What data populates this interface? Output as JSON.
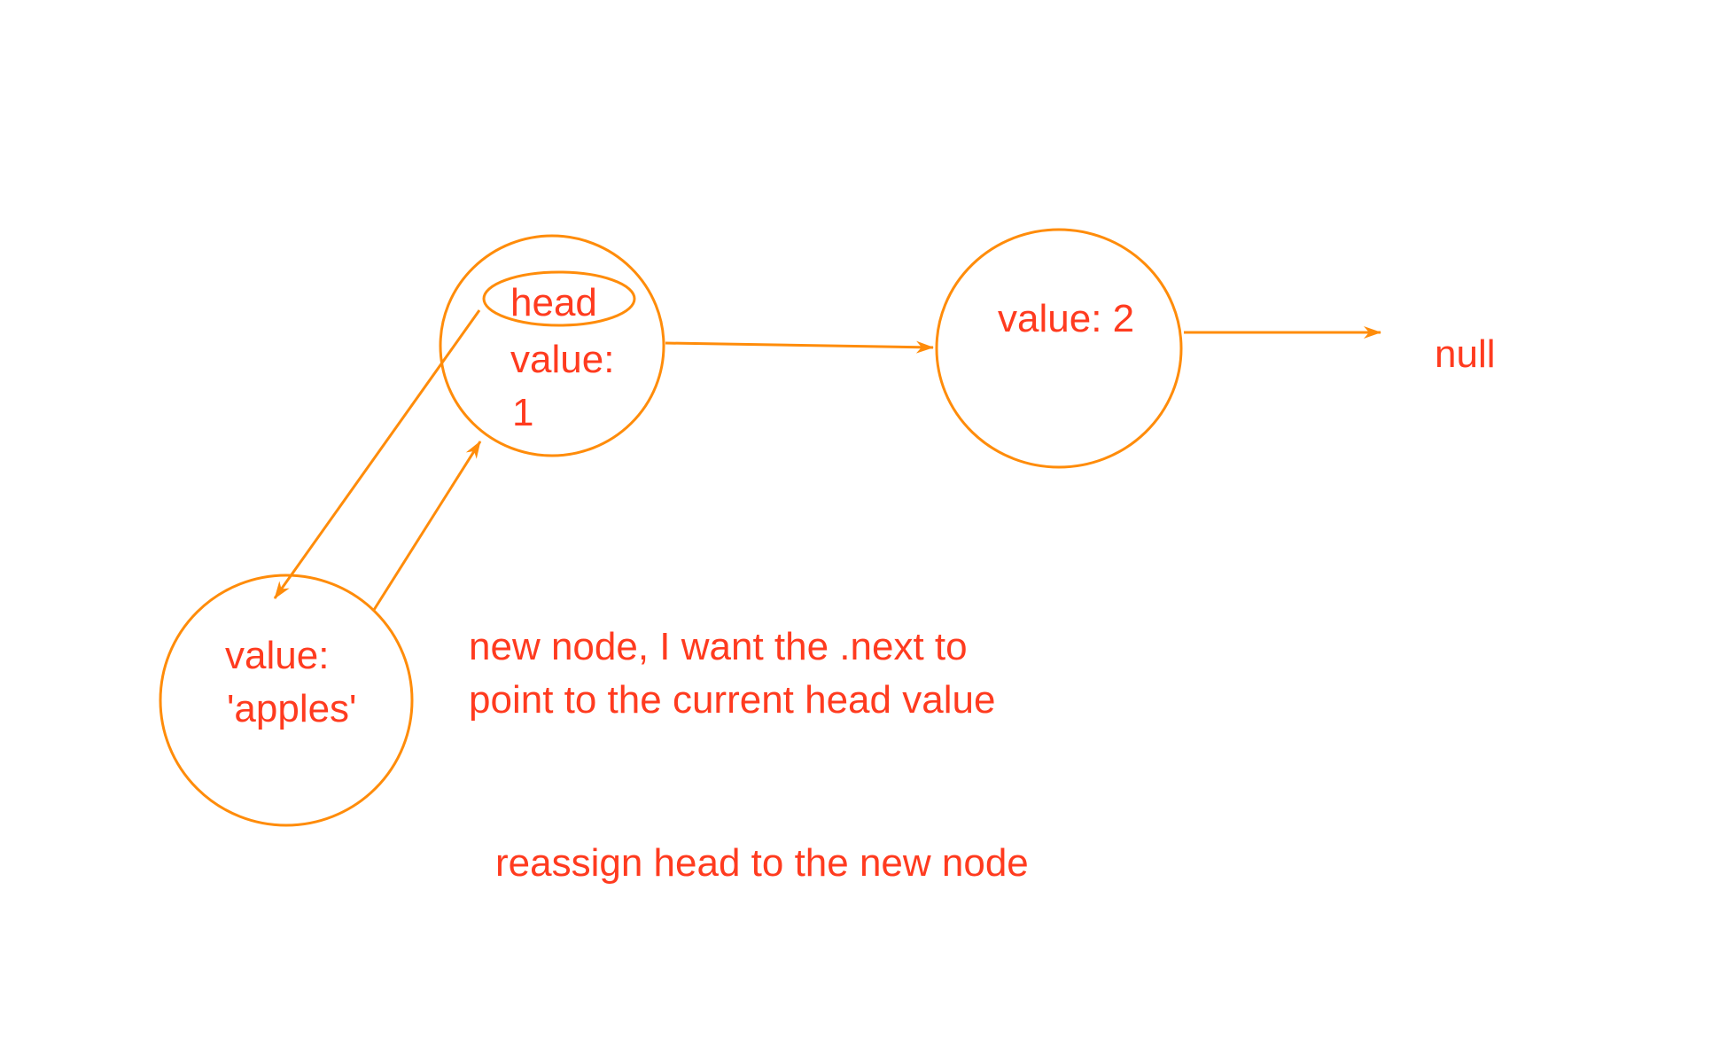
{
  "colors": {
    "stroke": "#ff8c0a",
    "text": "#ff3b1f",
    "background": "#ffffff"
  },
  "nodes": {
    "head_node": {
      "head_label": "head",
      "value_line1": "value:",
      "value_line2": "1"
    },
    "second_node": {
      "value_label": "value: 2"
    },
    "new_node": {
      "value_line1": "value:",
      "value_line2": "'apples'"
    }
  },
  "null_label": "null",
  "notes": {
    "line1": "new node, I want the .next to",
    "line2": "point to the current head value",
    "reassign": "reassign head to the new node"
  }
}
